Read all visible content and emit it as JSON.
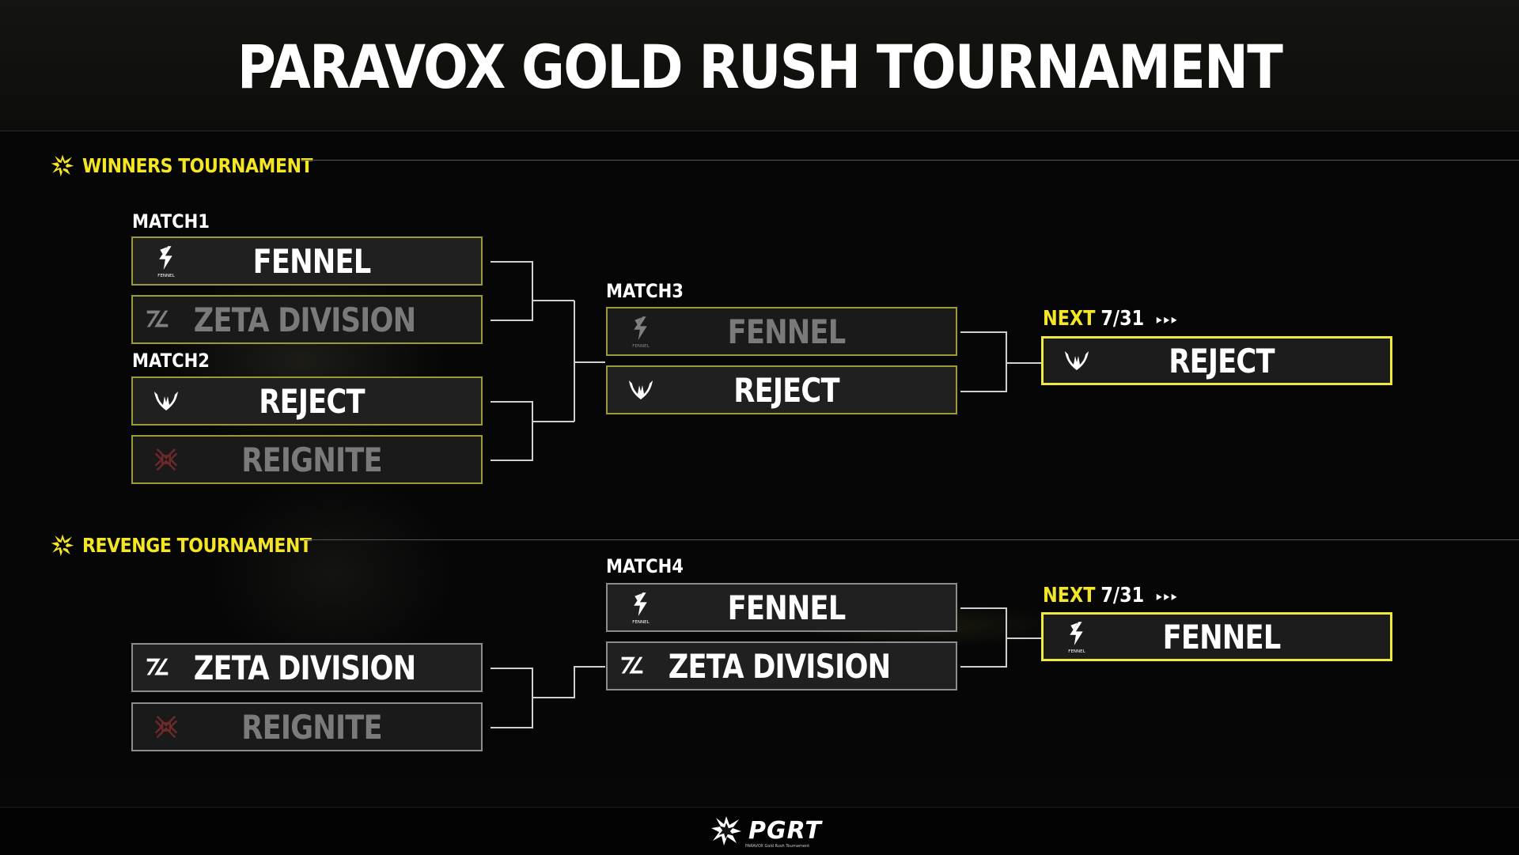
{
  "title": "PARAVOX GOLD RUSH TOURNAMENT",
  "colors": {
    "accent": "#f5e625",
    "card_bg": "#202020",
    "winner_border": "#f1ea3e"
  },
  "winners": {
    "label": "WINNERS TOURNAMENT",
    "match1": {
      "label": "MATCH1",
      "teams": [
        {
          "name": "FENNEL",
          "logo": "fennel-logo",
          "status": "won"
        },
        {
          "name": "ZETA DIVISION",
          "logo": "zeta-logo",
          "status": "lost"
        }
      ]
    },
    "match2": {
      "label": "MATCH2",
      "teams": [
        {
          "name": "REJECT",
          "logo": "reject-logo",
          "status": "won"
        },
        {
          "name": "REIGNITE",
          "logo": "reignite-logo",
          "status": "lost"
        }
      ]
    },
    "match3": {
      "label": "MATCH3",
      "teams": [
        {
          "name": "FENNEL",
          "logo": "fennel-logo",
          "status": "lost"
        },
        {
          "name": "REJECT",
          "logo": "reject-logo",
          "status": "won"
        }
      ]
    },
    "next": {
      "word": "NEXT",
      "date": "7/31",
      "arrows": "▸▸▸",
      "team": "REJECT",
      "logo": "reject-logo"
    }
  },
  "revenge": {
    "label": "REVENGE TOURNAMENT",
    "round1": {
      "teams": [
        {
          "name": "ZETA DIVISION",
          "logo": "zeta-logo",
          "status": "won"
        },
        {
          "name": "REIGNITE",
          "logo": "reignite-logo",
          "status": "lost"
        }
      ]
    },
    "match4": {
      "label": "MATCH4",
      "teams": [
        {
          "name": "FENNEL",
          "logo": "fennel-logo",
          "status": "pending"
        },
        {
          "name": "ZETA DIVISION",
          "logo": "zeta-logo",
          "status": "pending"
        }
      ]
    },
    "next": {
      "word": "NEXT",
      "date": "7/31",
      "arrows": "▸▸▸",
      "team": "FENNEL",
      "logo": "fennel-logo"
    }
  },
  "logo_text": {
    "fennel": "FENNEL"
  },
  "footer": {
    "brand": "PGRT",
    "subtitle": "PARAVOX Gold Rush Tournament"
  }
}
